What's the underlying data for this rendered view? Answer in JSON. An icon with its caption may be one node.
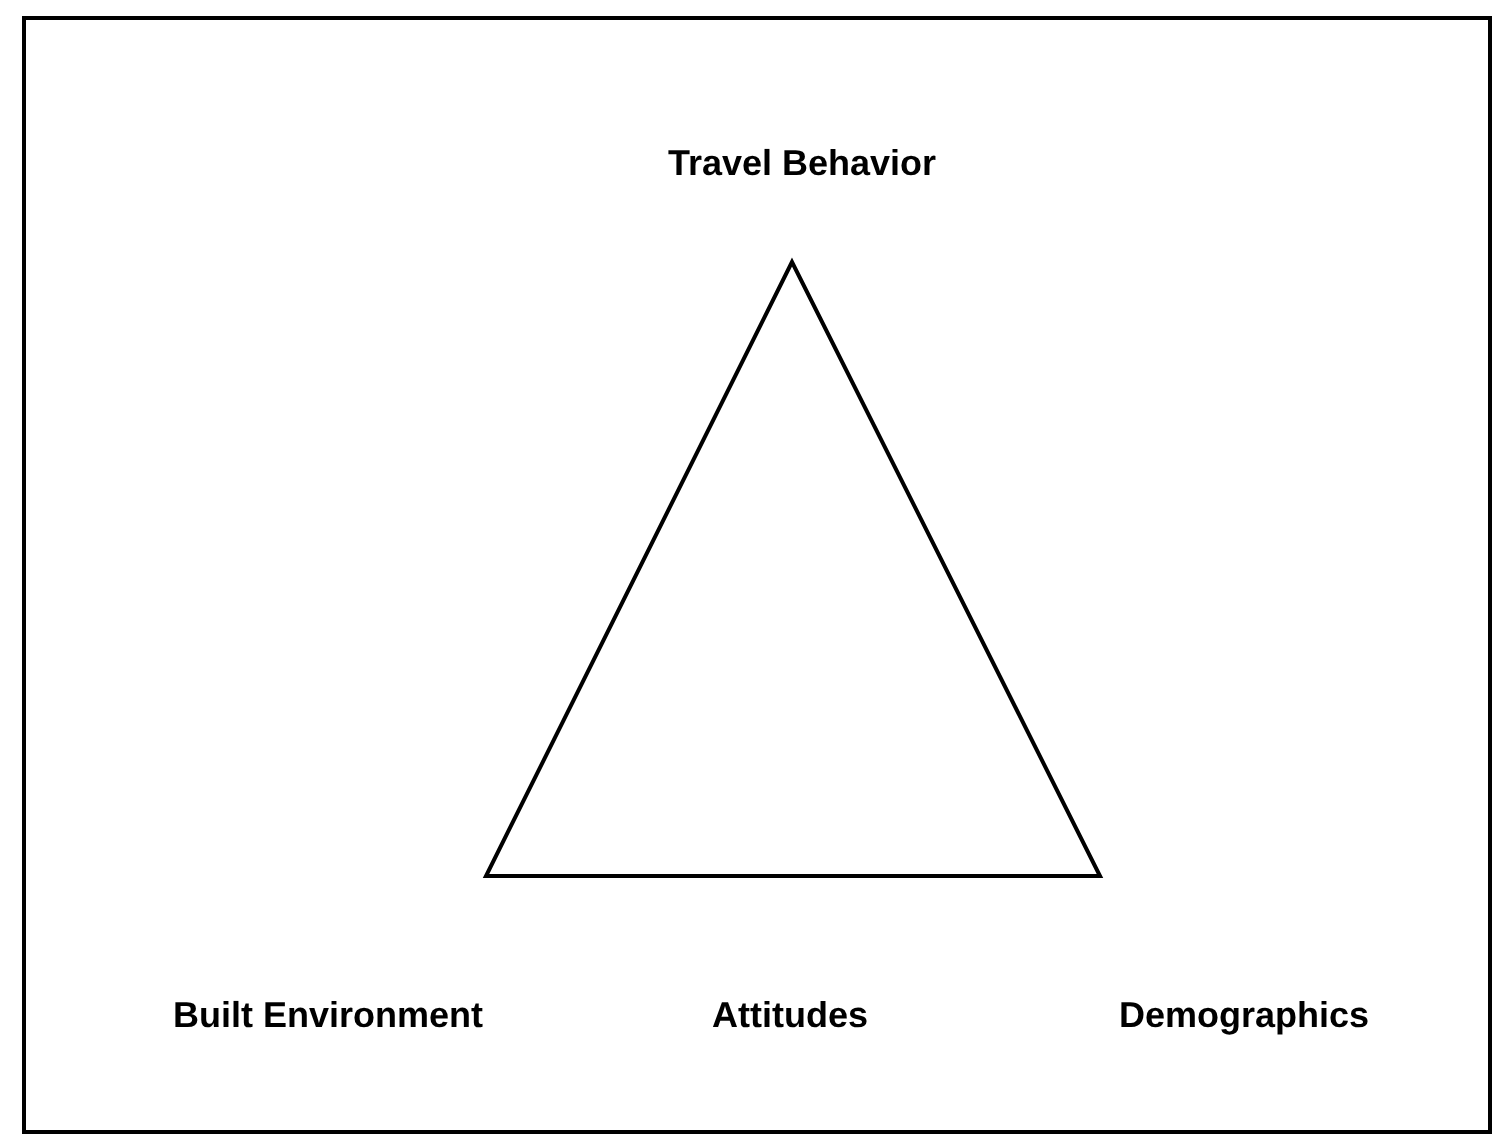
{
  "diagram": {
    "labels": [
      "Travel Behavior",
      "Built Environment",
      "Attitudes",
      "Demographics"
    ]
  }
}
